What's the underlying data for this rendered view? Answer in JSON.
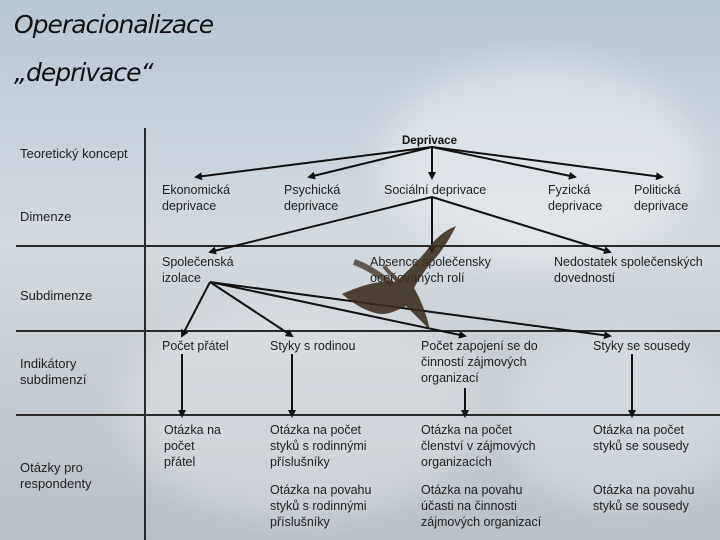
{
  "title": {
    "line1": "Operacionalizace",
    "line2": "„deprivace“"
  },
  "row_labels": {
    "concept": "Teoretický koncept",
    "dimensions": "Dimenze",
    "subdimensions": "Subdimenze",
    "indicators": "Indikátory subdimenzí",
    "questions": "Otázky pro respondenty"
  },
  "concept": "Deprivace",
  "dimensions": [
    "Ekonomická deprivace",
    "Psychická deprivace",
    "Sociální deprivace",
    "Fyzická deprivace",
    "Politická deprivace"
  ],
  "subdimensions": [
    "Společenská izolace",
    "Absence společensky oceňovaných rolí",
    "Nedostatek společenských dovedností"
  ],
  "indicators": [
    "Počet přátel",
    "Styky s rodinou",
    "Počet zapojení se do činností zájmových organizací",
    "Styky se sousedy"
  ],
  "questions": [
    "Otázka na počet přátel",
    "Otázka na počet styků s rodinnými příslušníky",
    "Otázka na počet členství v zájmových organizacích",
    "Otázka na počet styků se sousedy",
    "Otázka na povahu styků s rodinnými příslušníky",
    "Otázka na povahu účasti na činnosti zájmových organizací",
    "Otázka na povahu styků se sousedy"
  ]
}
